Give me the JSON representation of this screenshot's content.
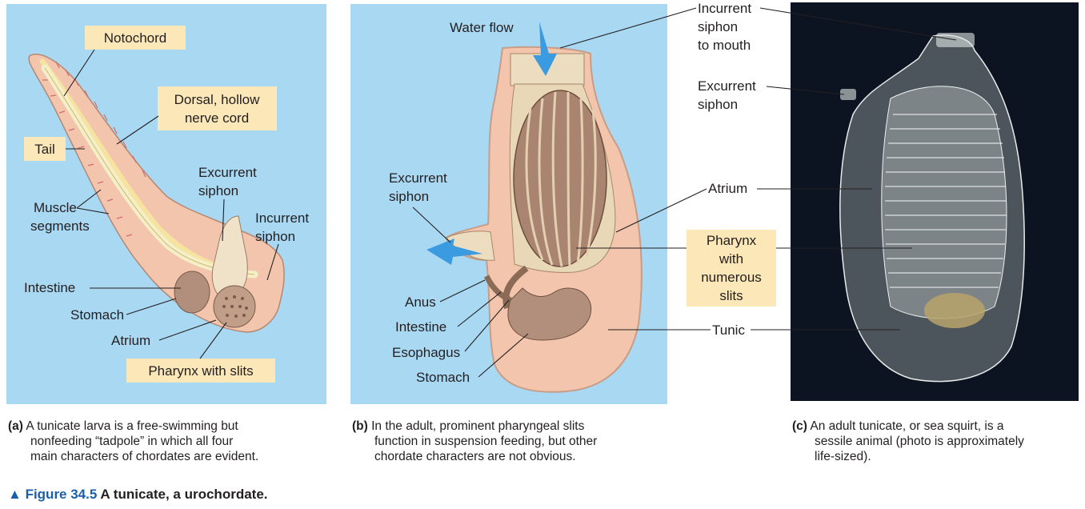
{
  "panel_a": {
    "labels": {
      "notochord": "Notochord",
      "nerve_cord_1": "Dorsal, hollow",
      "nerve_cord_2": "nerve cord",
      "tail": "Tail",
      "muscle_1": "Muscle",
      "muscle_2": "segments",
      "excurrent_1": "Excurrent",
      "excurrent_2": "siphon",
      "incurrent_1": "Incurrent",
      "incurrent_2": "siphon",
      "intestine": "Intestine",
      "stomach": "Stomach",
      "atrium": "Atrium",
      "pharynx": "Pharynx with slits"
    },
    "caption_tag": "(a)",
    "caption_lines": [
      "A tunicate larva is a free-swimming but",
      "nonfeeding “tadpole” in which all four",
      "main characters of chordates are evident."
    ]
  },
  "panel_b": {
    "labels": {
      "water_flow": "Water flow",
      "excurrent_1": "Excurrent",
      "excurrent_2": "siphon",
      "anus": "Anus",
      "intestine": "Intestine",
      "esophagus": "Esophagus",
      "stomach": "Stomach"
    },
    "caption_tag": "(b)",
    "caption_lines": [
      "In the adult, prominent pharyngeal slits",
      "function in suspension feeding, but other",
      "chordate characters are not obvious."
    ]
  },
  "panel_c": {
    "labels": {
      "incurrent_1": "Incurrent",
      "incurrent_2": "siphon",
      "incurrent_3": "to mouth",
      "excurrent_1": "Excurrent",
      "excurrent_2": "siphon",
      "atrium": "Atrium",
      "pharynx_1": "Pharynx",
      "pharynx_2": "with",
      "pharynx_3": "numerous",
      "pharynx_4": "slits",
      "tunic": "Tunic"
    },
    "caption_tag": "(c)",
    "caption_lines": [
      "An adult tunicate, or sea squirt, is a",
      "sessile animal (photo is approximately",
      "life-sized)."
    ]
  },
  "figure": {
    "marker": "▲",
    "number": "Figure 34.5",
    "title": "A tunicate, a urochordate."
  },
  "colors": {
    "panel_bg": "#a9d8f3",
    "label_box": "#fbe7b8",
    "arrow": "#3b9be0",
    "photo_bg": "#0b1420",
    "figure_accent": "#1a5fa8"
  }
}
